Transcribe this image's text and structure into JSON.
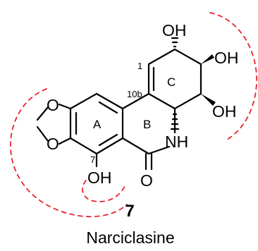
{
  "atoms": {
    "oh_top": "OH",
    "oh_right_upper": "OH",
    "oh_right_lower": "OH",
    "nh": "NH",
    "o_carbonyl": "O",
    "oh_seven": "OH",
    "o_upper": "O",
    "o_lower": "O"
  },
  "locants": {
    "c1": "1",
    "c10b": "10b",
    "c7": "7"
  },
  "rings": {
    "a": "A",
    "b": "B",
    "c": "C"
  },
  "compound": {
    "number": "7",
    "name": "Narciclasine"
  },
  "colors": {
    "highlight": "#e8232f",
    "bonds": "#000000"
  }
}
